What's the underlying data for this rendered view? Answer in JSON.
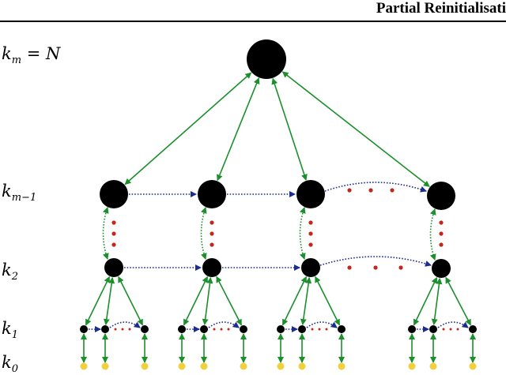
{
  "header": {
    "title": "Partial Reinitialisati"
  },
  "level_labels": {
    "km": {
      "base": "k",
      "sub": "m",
      "suffix": " = N"
    },
    "km1": {
      "base": "k",
      "sub": "m−1",
      "suffix": ""
    },
    "k2": {
      "base": "k",
      "sub": "2",
      "suffix": ""
    },
    "k1": {
      "base": "k",
      "sub": "1",
      "suffix": ""
    },
    "k0": {
      "base": "k",
      "sub": "0",
      "suffix": ""
    }
  },
  "colors": {
    "node": "#000000",
    "leaf": "#f0d13c",
    "vertical_arrow": "#1b8f2c",
    "lateral_arrow": "#1d2c8f",
    "ellipsis_dot": "#c0281c"
  }
}
